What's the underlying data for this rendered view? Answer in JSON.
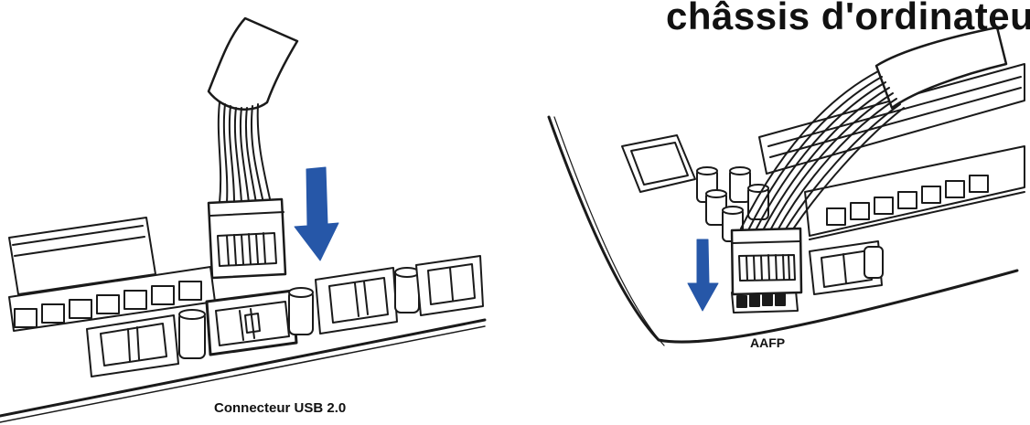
{
  "header": {
    "title": "châssis d'ordinateur"
  },
  "labels": {
    "usb_connector": "Connecteur USB 2.0",
    "aafp": "AAFP"
  },
  "colors": {
    "arrow": "#2657a8",
    "line": "#1a1a1a",
    "background": "#ffffff"
  }
}
